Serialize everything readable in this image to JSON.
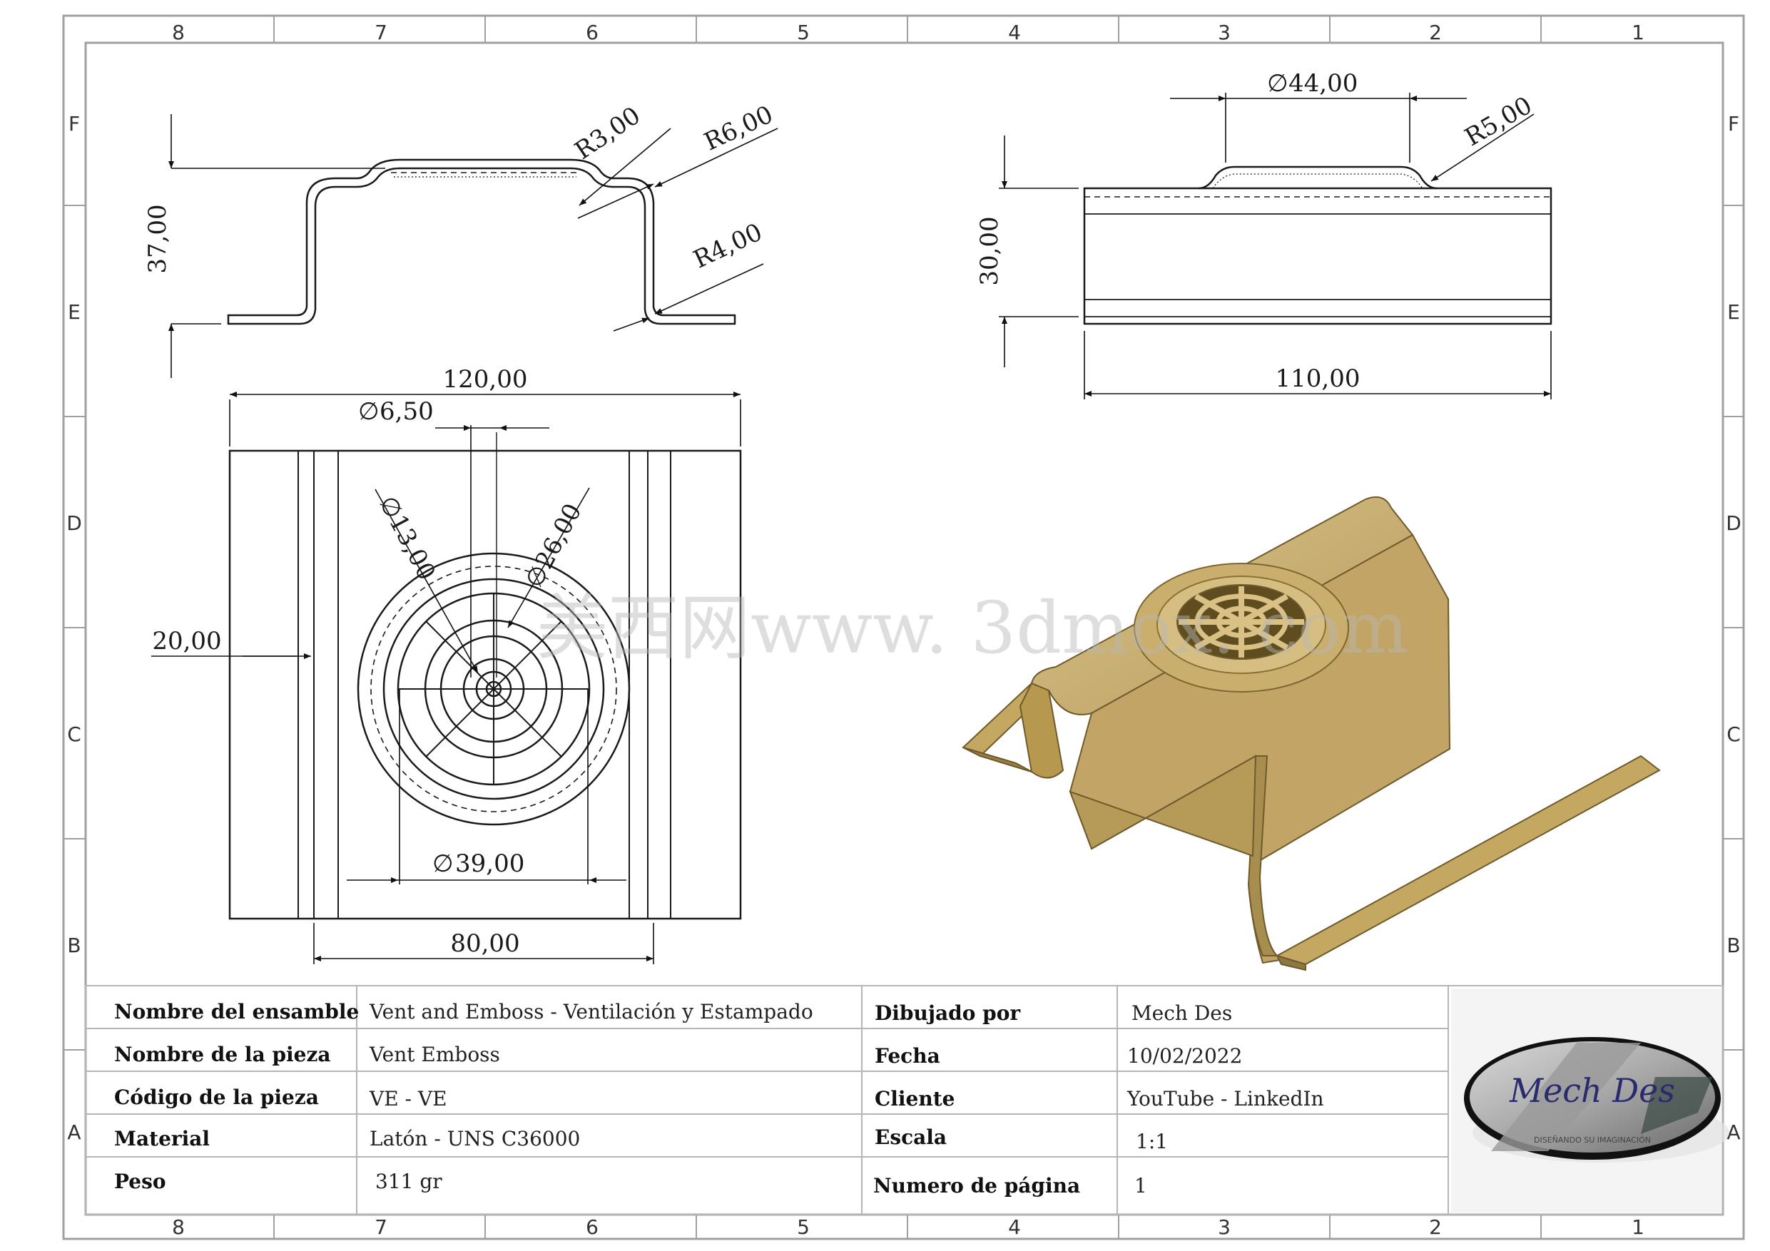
{
  "zones": {
    "columns": [
      "8",
      "7",
      "6",
      "5",
      "4",
      "3",
      "2",
      "1"
    ],
    "rows": [
      "F",
      "E",
      "D",
      "C",
      "B",
      "A"
    ]
  },
  "dimensions": {
    "front_height": "37,00",
    "front_r3": "R3,00",
    "front_r6": "R6,00",
    "front_r4": "R4,00",
    "side_diameter": "44,00",
    "side_r5": "R5,00",
    "side_height": "30,00",
    "side_width": "110,00",
    "top_width": "120,00",
    "top_hole": "6,50",
    "top_d13": "13,00",
    "top_d26": "26,00",
    "top_margin": "20,00",
    "top_d39": "39,00",
    "top_inner": "80,00"
  },
  "watermark": "美西网www. 3dmox. com",
  "title_block": {
    "rows": [
      {
        "label": "Nombre del ensamble",
        "value": "Vent and Emboss - Ventilación y Estampado",
        "label2": "Dibujado por",
        "value2": "Mech Des"
      },
      {
        "label": "Nombre de la pieza",
        "value": "Vent Emboss",
        "label2": "Fecha",
        "value2": "10/02/2022"
      },
      {
        "label": "Código de la pieza",
        "value": "VE - VE",
        "label2": "Cliente",
        "value2": "YouTube - LinkedIn"
      },
      {
        "label": "Material",
        "value": "Latón - UNS C36000",
        "label2": "Escala",
        "value2": "1:1"
      },
      {
        "label": "Peso",
        "value": "311 gr",
        "label2": "Numero de página",
        "value2": "1"
      }
    ]
  },
  "logo": {
    "text": "Mech  Des",
    "tagline": "DISEÑANDO SU IMAGINACIÓN"
  },
  "colors": {
    "part": "#c6ab6a",
    "part_dark": "#9c8448",
    "line": "#1a1a1a",
    "frame": "#9a9a9a"
  }
}
